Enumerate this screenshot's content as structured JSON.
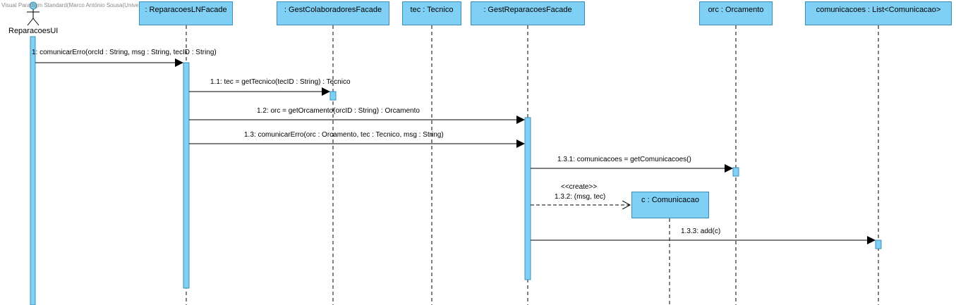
{
  "watermark": "Visual Paradigm Standard(Marco António Sousa(University of Minho))",
  "actor": {
    "name": "ReparacoesUI"
  },
  "lifelines": [
    {
      "id": "reparacoesLN",
      "label": ": ReparacoesLNFacade"
    },
    {
      "id": "gestColab",
      "label": ": GestColaboradoresFacade"
    },
    {
      "id": "tec",
      "label": "tec : Tecnico"
    },
    {
      "id": "gestRep",
      "label": ": GestReparacoesFacade"
    },
    {
      "id": "orc",
      "label": "orc : Orcamento"
    },
    {
      "id": "comunicacoes",
      "label": "comunicacoes : List<Comunicacao>"
    }
  ],
  "created_object": {
    "label": "c : Comunicacao"
  },
  "messages": [
    {
      "id": "m1",
      "text": "1: comunicarErro(orcId : String, msg : String, tecID : String)"
    },
    {
      "id": "m11",
      "text": "1.1: tec = getTecnico(tecID : String) : Tecnico"
    },
    {
      "id": "m12",
      "text": "1.2: orc = getOrcamento(orcID : String) : Orcamento"
    },
    {
      "id": "m13",
      "text": "1.3: comunicarErro(orc : Orcamento, tec : Tecnico, msg : String)"
    },
    {
      "id": "m131",
      "text": "1.3.1: comunicacoes = getComunicacoes()"
    },
    {
      "id": "m132",
      "stereotype": "<<create>>",
      "text": "1.3.2: (msg, tec)"
    },
    {
      "id": "m133",
      "text": "1.3.3: add(c)"
    }
  ],
  "colors": {
    "fill": "#7fd0f4",
    "border": "#3b8fb7",
    "line": "#000000"
  }
}
